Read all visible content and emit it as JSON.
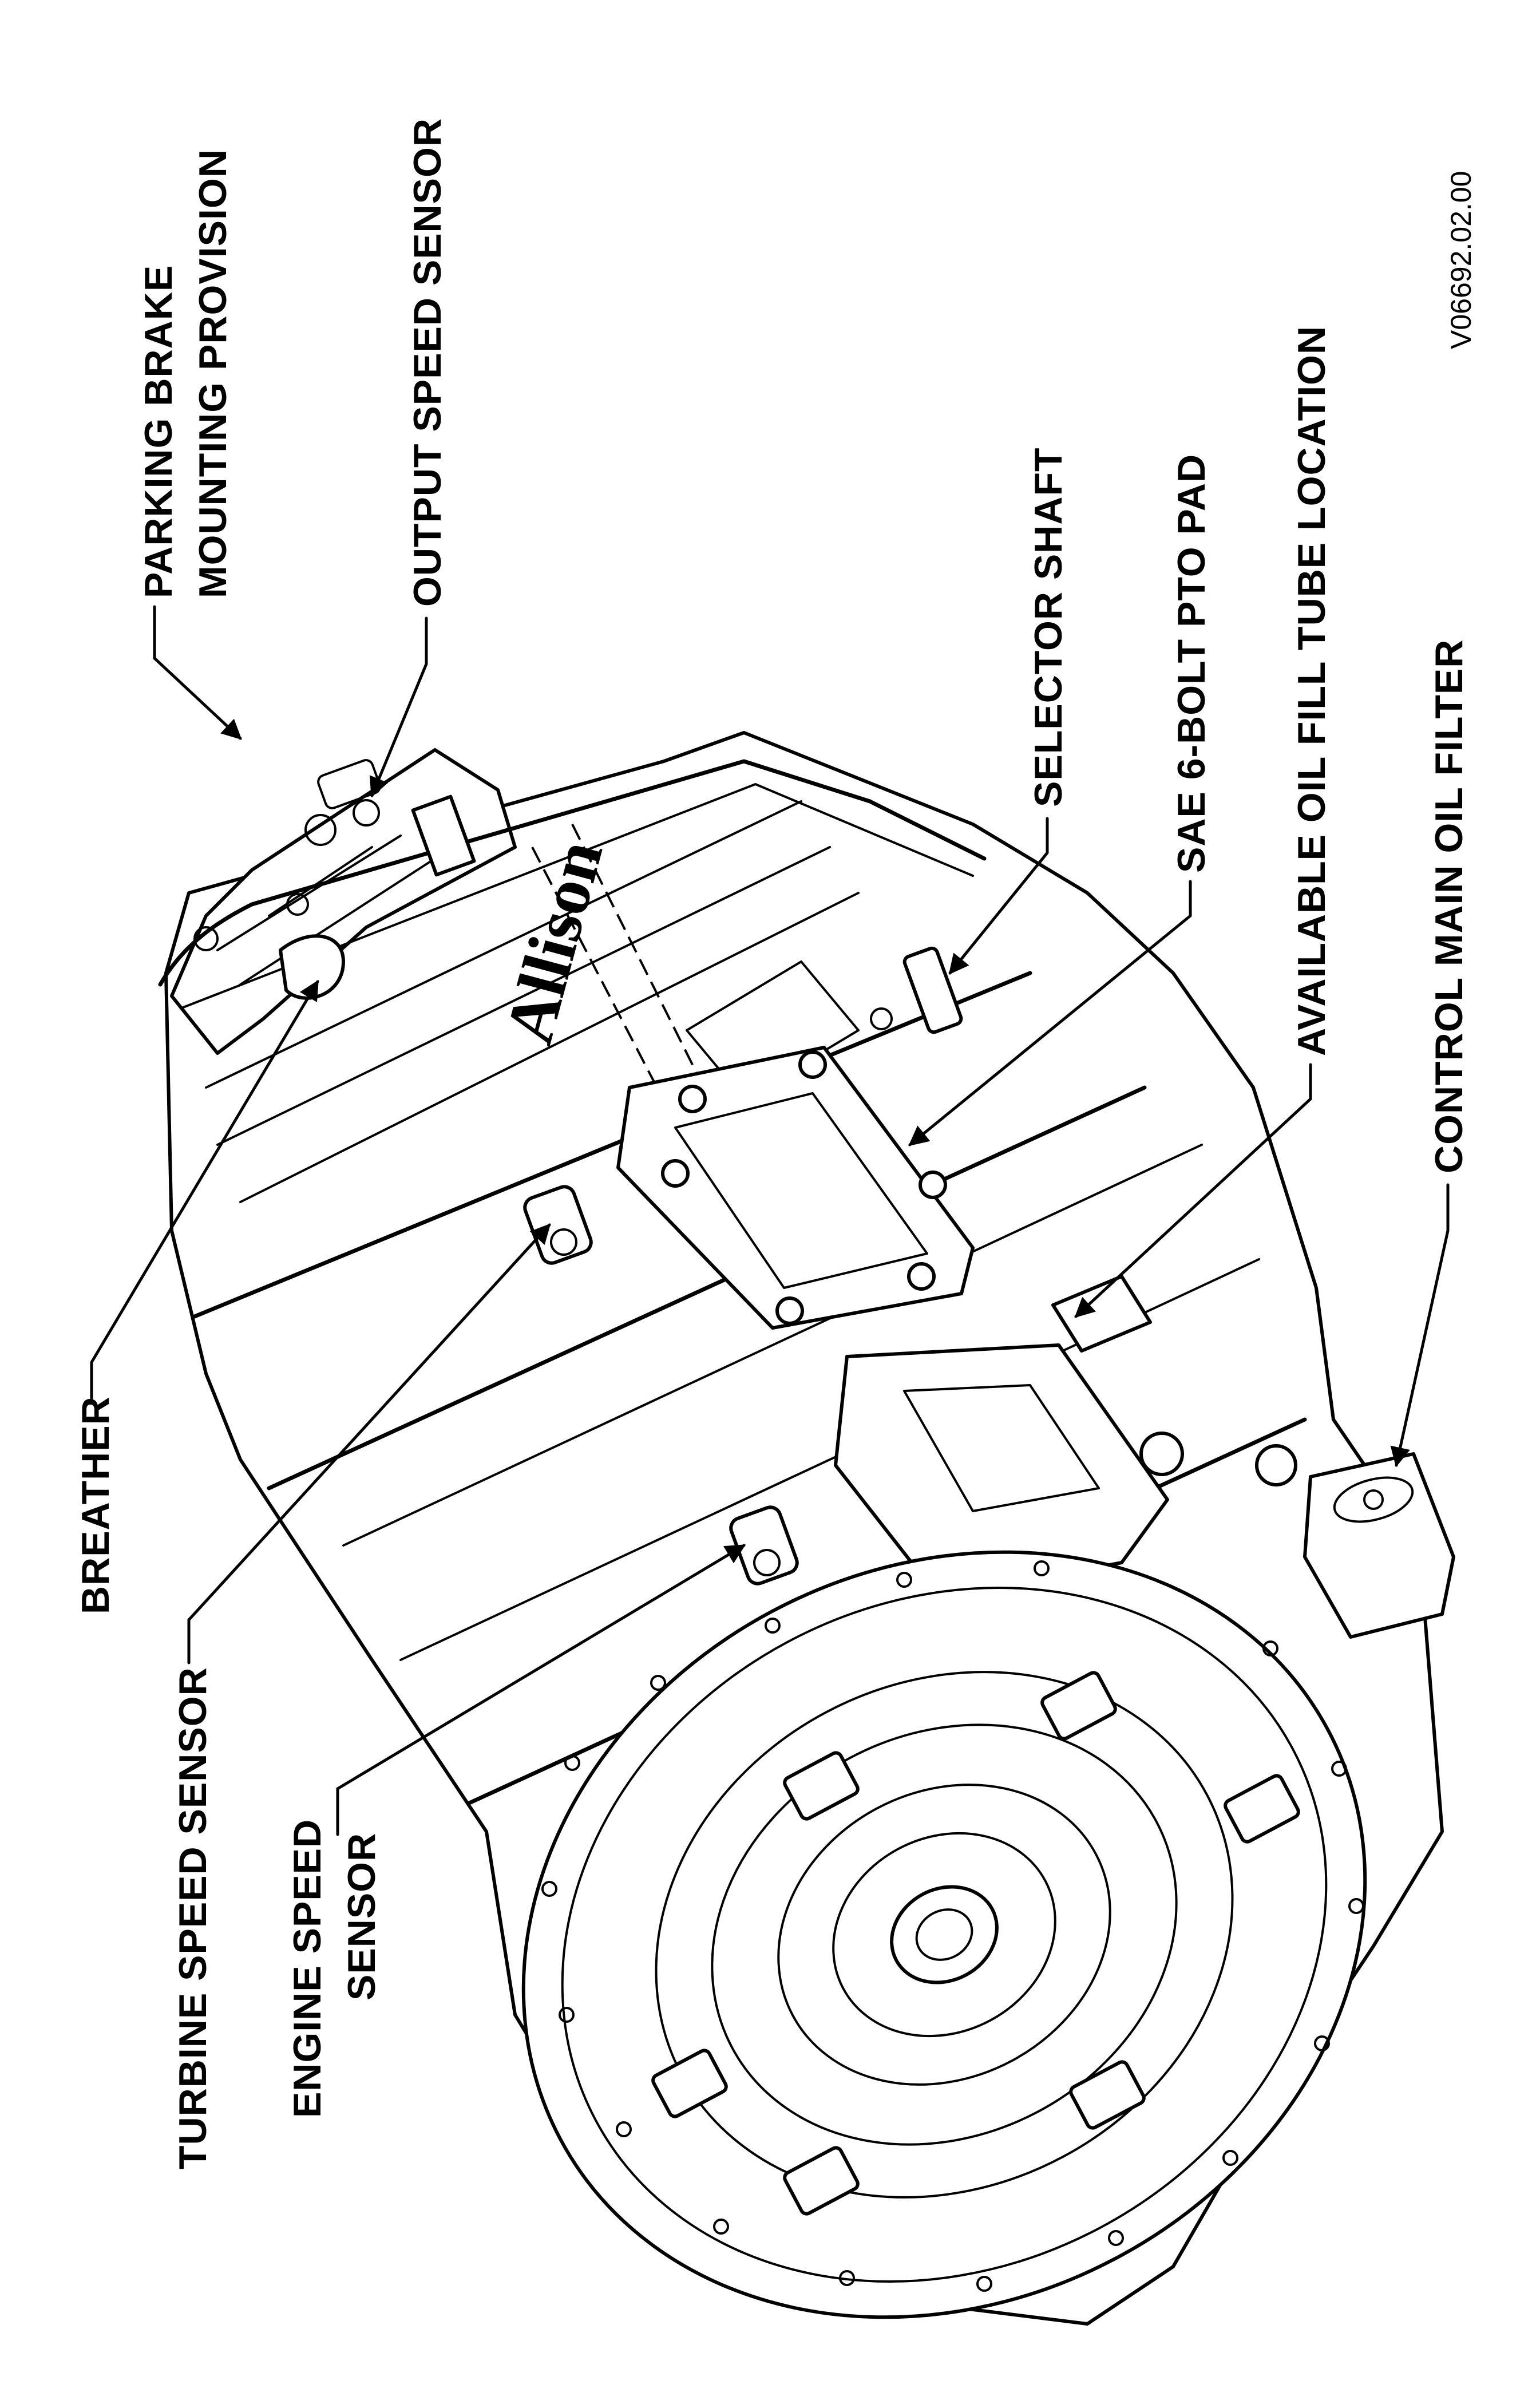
{
  "figure": {
    "code": "V06692.02.00",
    "brand_mark": "Allison"
  },
  "callouts": {
    "parking_brake_line1": "PARKING BRAKE",
    "parking_brake_line2": "MOUNTING PROVISION",
    "output_speed_sensor": "OUTPUT SPEED SENSOR",
    "breather": "BREATHER",
    "turbine_speed_sensor": "TURBINE SPEED SENSOR",
    "engine_speed_sensor_line1": "ENGINE SPEED",
    "engine_speed_sensor_line2": "SENSOR",
    "selector_shaft": "SELECTOR SHAFT",
    "pto_pad": "SAE 6-BOLT PTO PAD",
    "oil_fill_tube": "AVAILABLE OIL FILL TUBE LOCATION",
    "oil_filter": "CONTROL MAIN OIL FILTER"
  }
}
